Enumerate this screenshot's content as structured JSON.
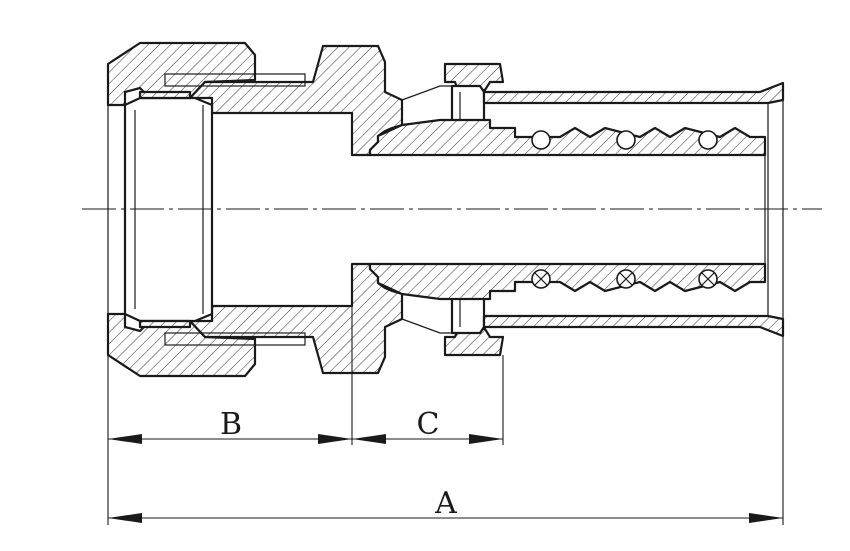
{
  "dimensions": {
    "A": "A",
    "B": "B",
    "C": "C"
  }
}
